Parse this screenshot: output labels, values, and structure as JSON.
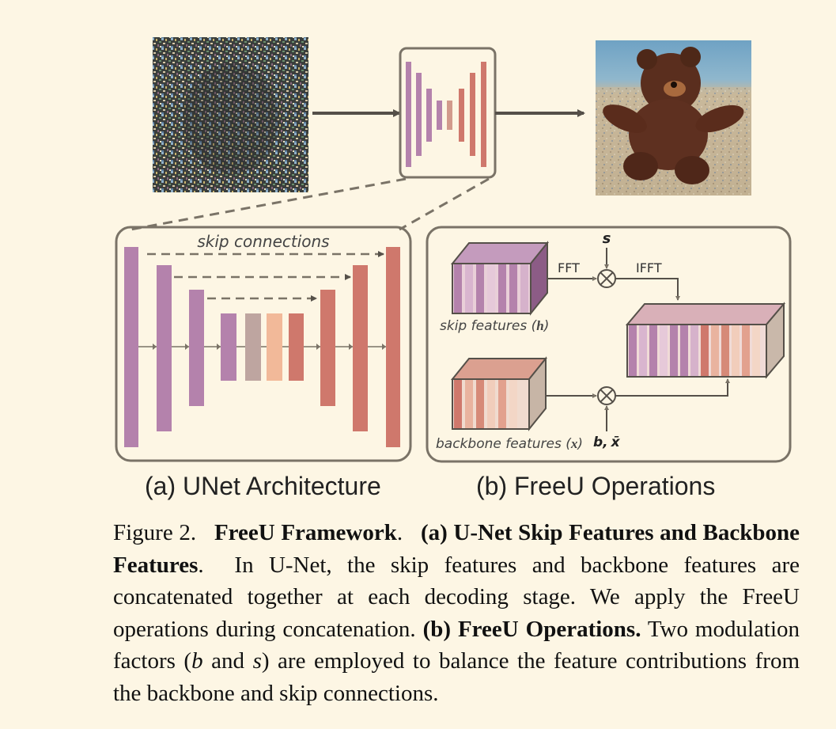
{
  "figure": {
    "skip_connections_label": "skip connections",
    "skip_features_label": "skip features (",
    "skip_features_symbol": "h",
    "backbone_features_label": "backbone features (",
    "backbone_features_symbol": "x",
    "close_paren": ")",
    "fft_label": "FFT",
    "ifft_label": "IFFT",
    "s_factor": "s",
    "b_factor": "b,",
    "xbar_factor": "x̄",
    "panel_a_caption": "(a) UNet Architecture",
    "panel_b_caption": "(b) FreeU Operations"
  },
  "caption": {
    "figure_number": "Figure 2.",
    "title": "FreeU Framework",
    "part_a_bold": "(a) U-Net Skip Features and Backbone Features",
    "part_a_text": "In U-Net, the skip features and backbone features are concatenated together at each decoding stage. We apply the FreeU operations during concatenation.",
    "part_b_bold": "(b) FreeU Operations.",
    "part_b_text_1": "Two modulation factors (",
    "b_var": "b",
    "and_text": " and ",
    "s_var": "s",
    "part_b_text_2": ") are employed to balance the feature contributions from the backbone and skip connections."
  },
  "colors": {
    "background": "#fdf6e4",
    "panel_border": "#7a7367",
    "purple": "#b482ac",
    "salmon": "#cf786c",
    "arrow": "#555049"
  }
}
